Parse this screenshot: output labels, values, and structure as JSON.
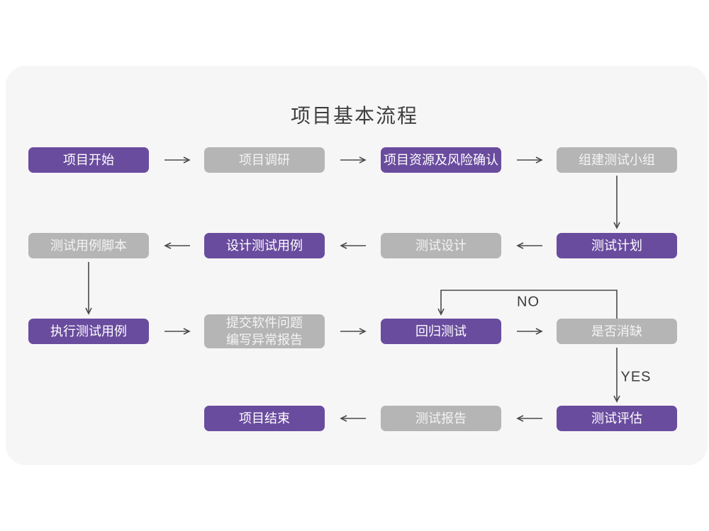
{
  "title": "项目基本流程",
  "colors": {
    "purple_node": "#6A4C9E",
    "gray_node": "#B5B5B6",
    "card_background": "#F6F6F7",
    "arrow": "#4A4A4A",
    "title_text": "#3F3F3F"
  },
  "decision_labels": {
    "no": "NO",
    "yes": "YES"
  },
  "nodes": [
    {
      "label": "项目开始",
      "variant": "purple"
    },
    {
      "label": "项目调研",
      "variant": "gray"
    },
    {
      "label": "项目资源及风险确认",
      "variant": "purple"
    },
    {
      "label": "组建测试小组",
      "variant": "gray"
    },
    {
      "label": "测试计划",
      "variant": "purple"
    },
    {
      "label": "测试设计",
      "variant": "gray"
    },
    {
      "label": "设计测试用例",
      "variant": "purple"
    },
    {
      "label": "测试用例脚本",
      "variant": "gray"
    },
    {
      "label": "执行测试用例",
      "variant": "purple"
    },
    {
      "label": "提交软件问题\n编写异常报告",
      "variant": "gray"
    },
    {
      "label": "回归测试",
      "variant": "purple"
    },
    {
      "label": "是否消缺",
      "variant": "gray"
    },
    {
      "label": "测试评估",
      "variant": "purple"
    },
    {
      "label": "测试报告",
      "variant": "gray"
    },
    {
      "label": "项目结束",
      "variant": "purple"
    }
  ]
}
